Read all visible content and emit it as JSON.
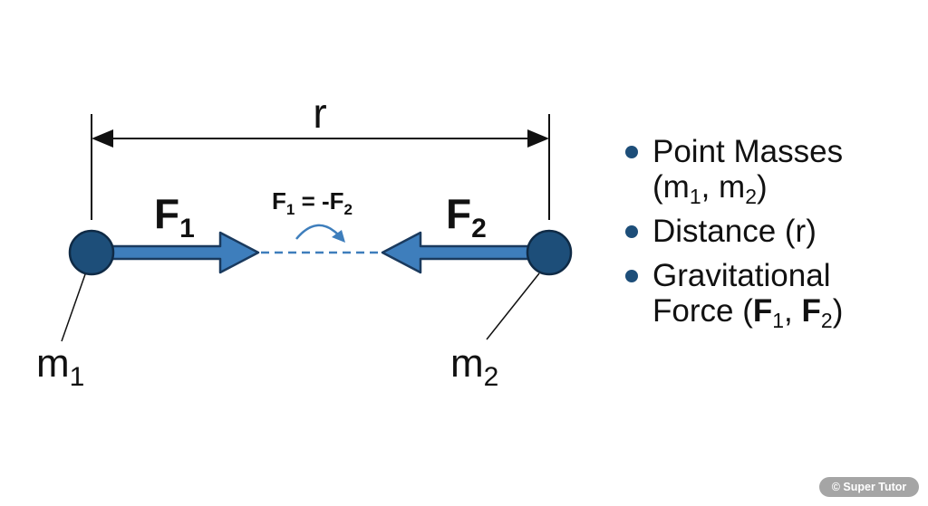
{
  "diagram": {
    "distance_label": "r",
    "force1_label": "F",
    "force1_sub": "1",
    "force2_label": "F",
    "force2_sub": "2",
    "equation": {
      "lhs": "F",
      "lhs_sub": "1",
      "op": " = -",
      "rhs": "F",
      "rhs_sub": "2"
    },
    "mass1": {
      "label": "m",
      "sub": "1"
    },
    "mass2": {
      "label": "m",
      "sub": "2"
    },
    "colors": {
      "mass": "#1d4e79",
      "arrow": "#3e7ebc",
      "outline": "#1a3a5e"
    }
  },
  "legend": {
    "items": [
      {
        "text": "Point Masses",
        "line2": "(m",
        "s1": "1",
        "mid": ", m",
        "s2": "2",
        "end": ")"
      },
      {
        "text": "Distance (r)"
      },
      {
        "text": "Gravitational",
        "line2": "Force (",
        "b1": "F",
        "s1": "1",
        "mid": ", ",
        "b2": "F",
        "s2": "2",
        "end": ")"
      }
    ]
  },
  "watermark": "© Super Tutor"
}
